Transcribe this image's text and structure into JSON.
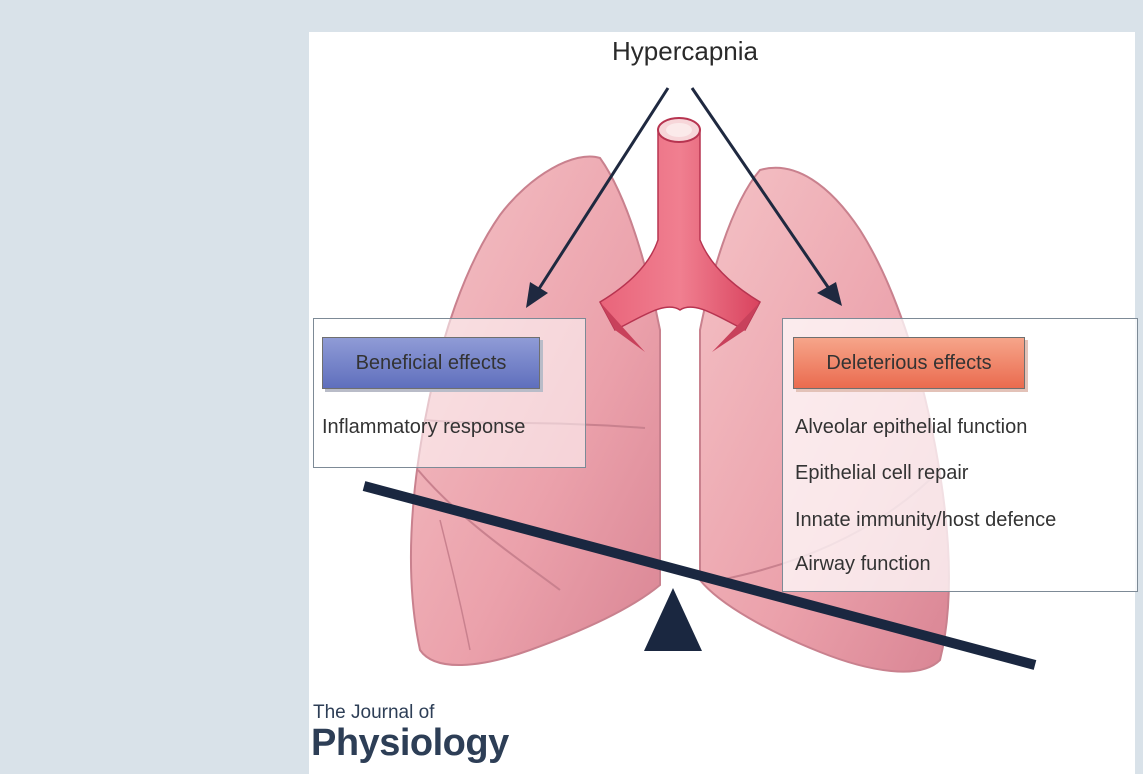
{
  "title": "Hypercapnia",
  "beneficial": {
    "header": "Beneficial effects",
    "items": [
      "Inflammatory response"
    ]
  },
  "deleterious": {
    "header": "Deleterious effects",
    "items": [
      "Alveolar epithelial function",
      "Epithelial cell repair",
      "Innate immunity/host defence",
      "Airway function"
    ]
  },
  "logo": {
    "line1": "The Journal of",
    "line2": "Physiology"
  },
  "colors": {
    "lung": "#eda5ae",
    "trachea": "#e04f68",
    "beneficial": "#6b79c4",
    "deleterious": "#ee7557",
    "beam": "#1a2740"
  }
}
